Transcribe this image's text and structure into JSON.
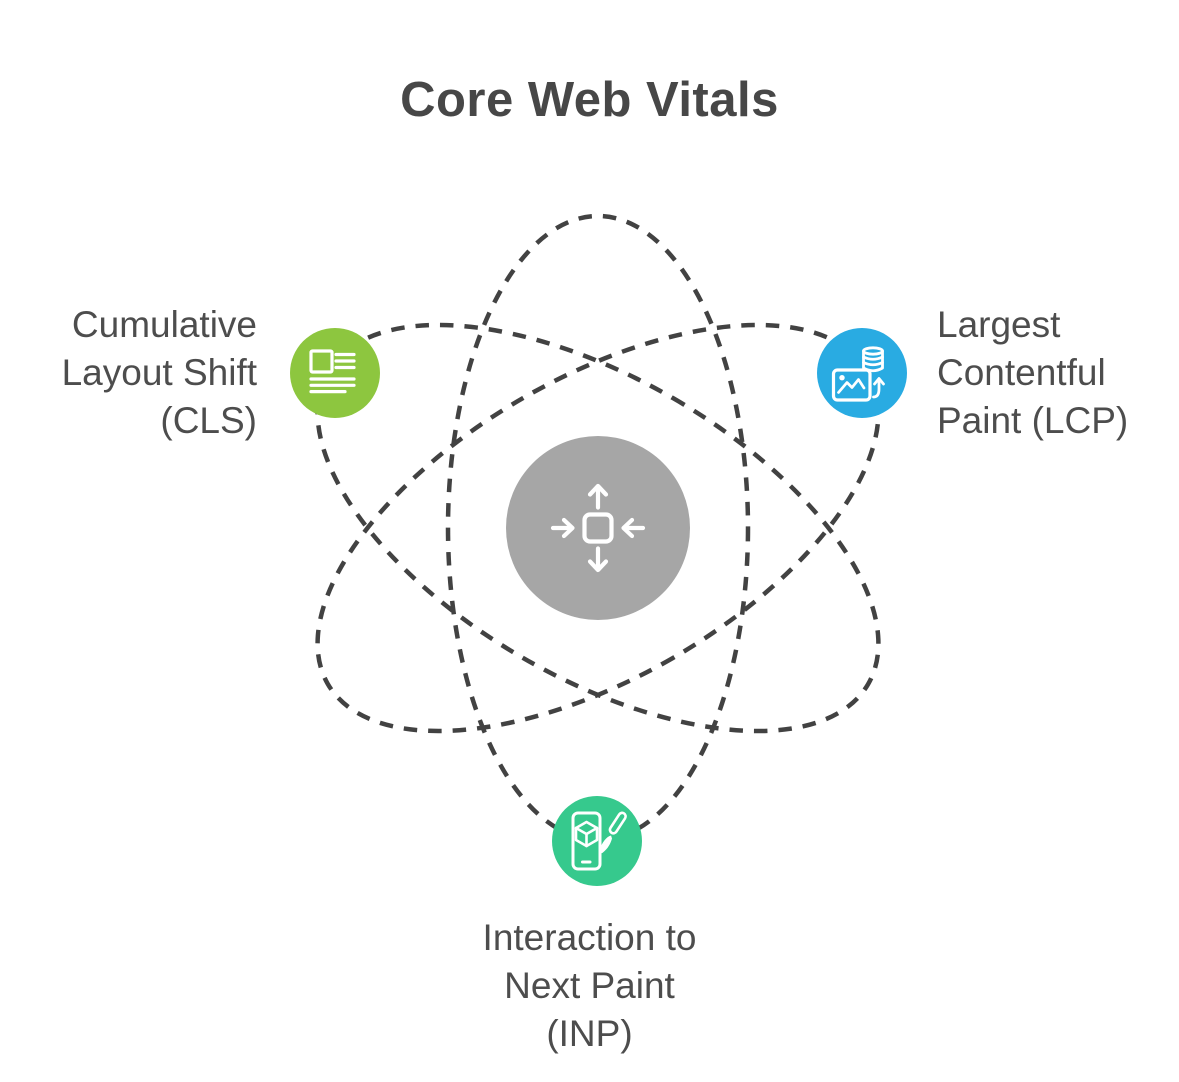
{
  "title": "Core Web Vitals",
  "colors": {
    "title_text": "#474747",
    "label_text": "#4D4D4D",
    "orbit_stroke": "#424242",
    "center_node": "#A6A6A6",
    "cls_node": "#8DC63F",
    "lcp_node": "#29ABE2",
    "inp_node": "#36C98D",
    "icon_glyph": "#FFFFFF"
  },
  "nodes": {
    "cls": {
      "abbr": "CLS",
      "lines": [
        "Cumulative",
        "Layout Shift",
        "(CLS)"
      ],
      "icon": "document-layout-icon"
    },
    "lcp": {
      "abbr": "LCP",
      "lines": [
        "Largest",
        "Contentful",
        "Paint (LCP)"
      ],
      "icon": "image-upload-icon"
    },
    "inp": {
      "abbr": "INP",
      "lines": [
        "Interaction to",
        "Next Paint",
        "(INP)"
      ],
      "icon": "mobile-paint-icon"
    },
    "center": {
      "icon": "layout-shift-arrows-icon"
    }
  }
}
